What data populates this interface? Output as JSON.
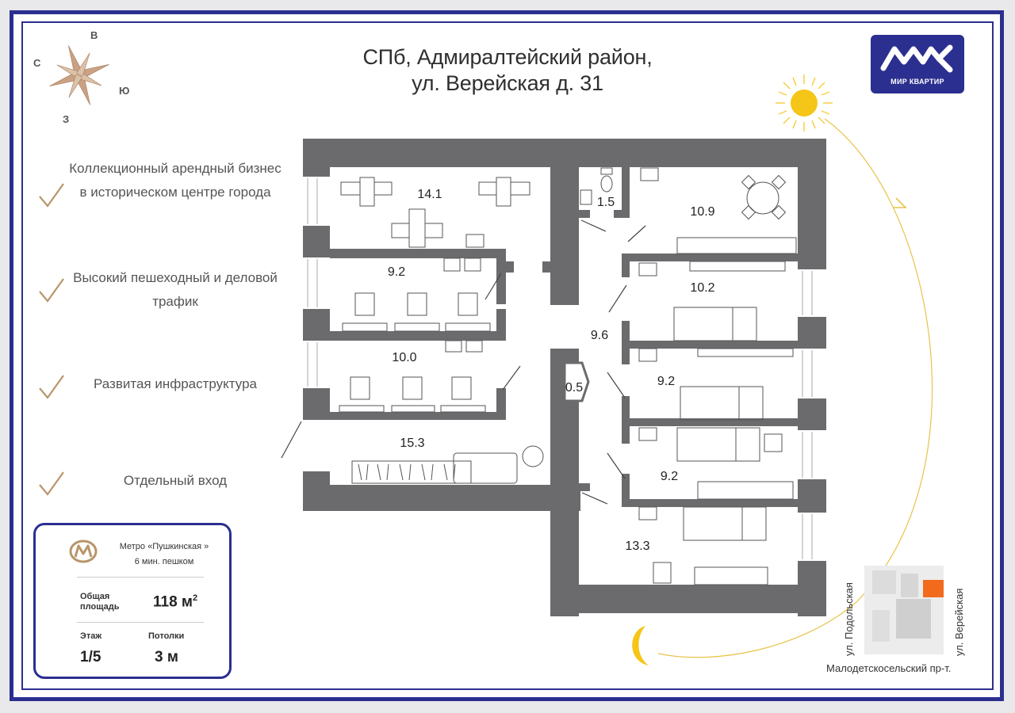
{
  "title": {
    "line1": "СПб, Адмиралтейский район,",
    "line2": "ул. Верейская д. 31"
  },
  "logo": {
    "text": "МИР КВАРТИР",
    "color": "#2b2f8f"
  },
  "compass": {
    "north": "В",
    "west": "С",
    "east": "Ю",
    "south": "З"
  },
  "features": [
    {
      "text": "Коллекционный арендный бизнес в историческом центре города",
      "icon": "check-icon"
    },
    {
      "text": "Высокий пешеходный и деловой трафик",
      "icon": "check-icon"
    },
    {
      "text": "Развитая инфраструктура",
      "icon": "check-icon"
    },
    {
      "text": "Отдельный вход",
      "icon": "check-icon"
    }
  ],
  "info": {
    "metro_icon": "metro-icon",
    "metro_line1": "Метро «Пушкинская »",
    "metro_line2": "6 мин. пешком",
    "area_label_line1": "Общая",
    "area_label_line2": "площадь",
    "area_value": "118 м",
    "area_unit_sup": "2",
    "floor_label": "Этаж",
    "floor_value": "1/5",
    "ceiling_label": "Потолки",
    "ceiling_value": "3 м"
  },
  "rooms": [
    "14.1",
    "9.2",
    "10.0",
    "15.3",
    "1.5",
    "10.9",
    "10.2",
    "9.6",
    "0.5",
    "9.2",
    "9.2",
    "13.3"
  ],
  "map": {
    "street_left": "ул. Подольская",
    "street_right": "ул. Верейская",
    "street_bottom": "Малодетскосельский пр-т.",
    "highlight_color": "#f26b1d"
  },
  "colors": {
    "brand": "#2b2f8f",
    "wall": "#6b6b6e",
    "accent_gold": "#b8956a",
    "sun": "#f5c518"
  }
}
